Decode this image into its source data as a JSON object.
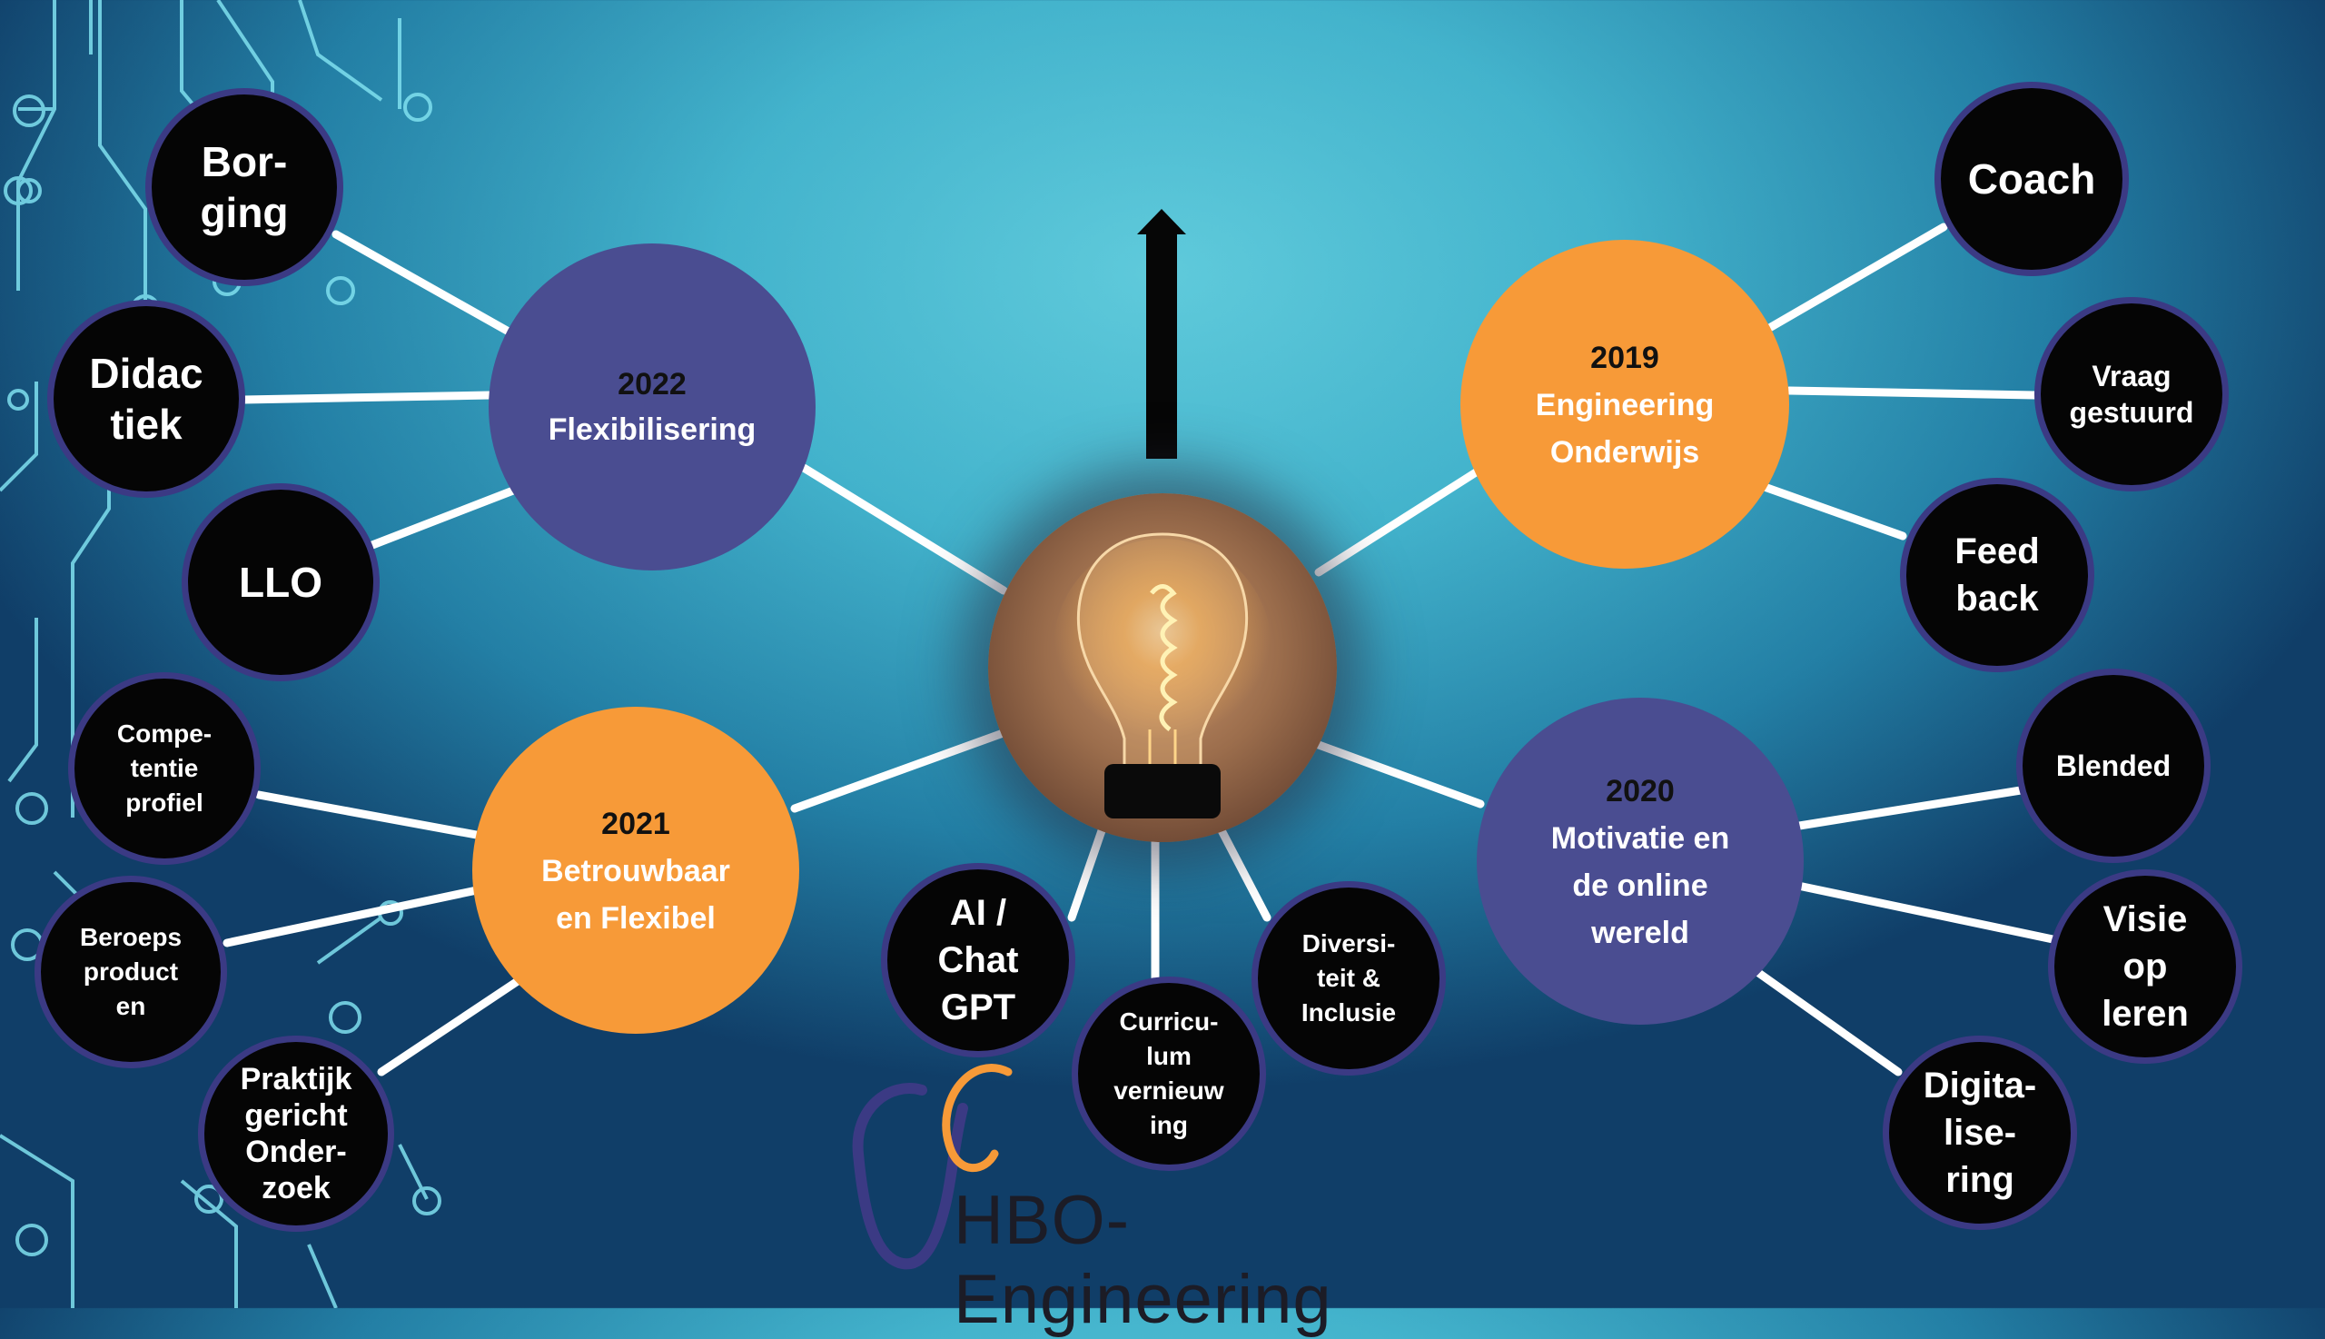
{
  "center": {
    "icon": "light-bulb-icon",
    "arrow": "arrow-up-icon"
  },
  "hubs": [
    {
      "id": "hub-2022",
      "color": "purple",
      "year": "2022",
      "label": "Flexibilisering"
    },
    {
      "id": "hub-2021",
      "color": "orange",
      "year": "2021",
      "label": "Betrouwbaar\nen Flexibel"
    },
    {
      "id": "hub-2019",
      "color": "orange",
      "year": "2019",
      "label": "Engineering\nOnderwijs"
    },
    {
      "id": "hub-2020",
      "color": "purple",
      "year": "2020",
      "label": "Motivatie en\nde online\nwereld"
    }
  ],
  "leaves": [
    {
      "hub": "hub-2022",
      "label": "Bor-\nging"
    },
    {
      "hub": "hub-2022",
      "label": "Didac\ntiek"
    },
    {
      "hub": "hub-2022",
      "label": "LLO"
    },
    {
      "hub": "hub-2021",
      "label": "Compe-\ntentie\nprofiel"
    },
    {
      "hub": "hub-2021",
      "label": "Beroeps\nproduct\nen"
    },
    {
      "hub": "hub-2021",
      "label": "Praktijk\ngericht\nOnder-\nzoek"
    },
    {
      "hub": "center",
      "label": "AI /\nChat\nGPT"
    },
    {
      "hub": "center",
      "label": "Curricu-\nlum\nvernieuw\ning"
    },
    {
      "hub": "center",
      "label": "Diversi-\nteit &\nInclusie"
    },
    {
      "hub": "hub-2019",
      "label": "Coach"
    },
    {
      "hub": "hub-2019",
      "label": "Vraag\ngestuurd"
    },
    {
      "hub": "hub-2019",
      "label": "Feed\nback"
    },
    {
      "hub": "hub-2020",
      "label": "Blended"
    },
    {
      "hub": "hub-2020",
      "label": "Visie\nop\nleren"
    },
    {
      "hub": "hub-2020",
      "label": "Digita-\nlise-\nring"
    }
  ],
  "logo": {
    "text": "HBO-Engineering",
    "icon": "jc-monogram-logo"
  },
  "colors": {
    "purple": "#4a4d91",
    "orange": "#f79a38",
    "leaf_fill": "#050505",
    "leaf_ring": "#3b3a84",
    "connector": "#ffffff"
  }
}
